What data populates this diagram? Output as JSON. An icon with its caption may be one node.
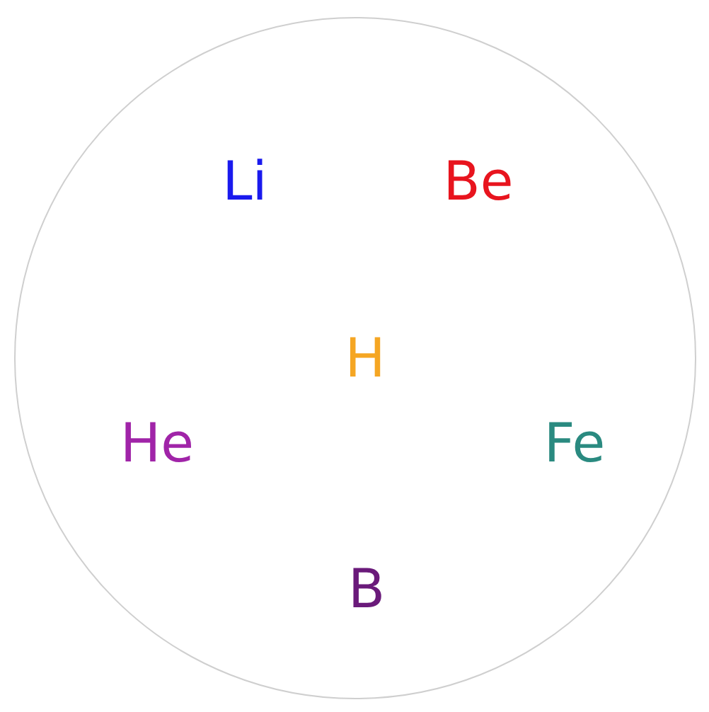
{
  "diagram": {
    "nodes": [
      {
        "text": [
          "Li",
          "Be",
          "H",
          "He",
          "Fe",
          "B"
        ]
      }
    ]
  }
}
